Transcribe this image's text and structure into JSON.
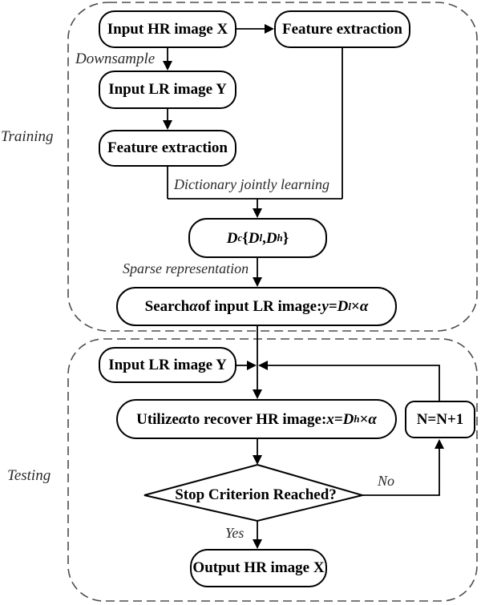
{
  "colors": {
    "line": "#000000",
    "dash": "#4d4d4d",
    "background": "#ffffff",
    "text": "#000000"
  },
  "sections": {
    "training_label": "Training",
    "testing_label": "Testing"
  },
  "annotations": {
    "downsample": "Downsample",
    "dictionary_jointly_learning": "Dictionary jointly learning",
    "sparse_representation": "Sparse representation",
    "no": "No",
    "yes": "Yes"
  },
  "nodes": {
    "input_hr": {
      "label": "Input HR image X"
    },
    "feature_extraction_top": {
      "label": "Feature extraction"
    },
    "input_lr_train": {
      "label": "Input LR image Y"
    },
    "feature_extraction_left": {
      "label": "Feature extraction"
    },
    "dictionary": {
      "rich": [
        {
          "t": "D",
          "b": true,
          "i": true
        },
        {
          "t": "c",
          "b": true,
          "i": true,
          "s": true
        },
        {
          "t": " {",
          "b": true
        },
        {
          "t": "D",
          "b": true,
          "i": true
        },
        {
          "t": "l",
          "b": true,
          "i": true,
          "s": true
        },
        {
          "t": ", ",
          "b": true
        },
        {
          "t": "D",
          "b": true,
          "i": true
        },
        {
          "t": "h",
          "b": true,
          "i": true,
          "s": true
        },
        {
          "t": "}",
          "b": true
        }
      ]
    },
    "search": {
      "rich": [
        {
          "t": "Search ",
          "b": true
        },
        {
          "t": "α",
          "b": true,
          "i": true
        },
        {
          "t": " of input LR image: ",
          "b": true
        },
        {
          "t": "y",
          "b": true,
          "i": true
        },
        {
          "t": "=",
          "b": true
        },
        {
          "t": "D",
          "b": true,
          "i": true
        },
        {
          "t": "l",
          "b": true,
          "i": true,
          "s": true
        },
        {
          "t": " × "
        },
        {
          "t": "α",
          "i": true
        }
      ]
    },
    "input_lr_test": {
      "label": "Input LR image Y"
    },
    "utilize": {
      "rich": [
        {
          "t": "Utilize ",
          "b": true
        },
        {
          "t": "α",
          "i": true
        },
        {
          "t": " to recover HR image: ",
          "b": true
        },
        {
          "t": "x",
          "b": true,
          "i": true
        },
        {
          "t": "=",
          "b": true
        },
        {
          "t": "D",
          "b": true,
          "i": true
        },
        {
          "t": "h",
          "b": true,
          "i": true,
          "s": true
        },
        {
          "t": " × "
        },
        {
          "t": "α",
          "i": true
        }
      ]
    },
    "counter": {
      "label": "N=N+1"
    },
    "decision": {
      "label": "Stop Criterion Reached?"
    },
    "output_hr": {
      "label": "Output HR image X"
    }
  }
}
